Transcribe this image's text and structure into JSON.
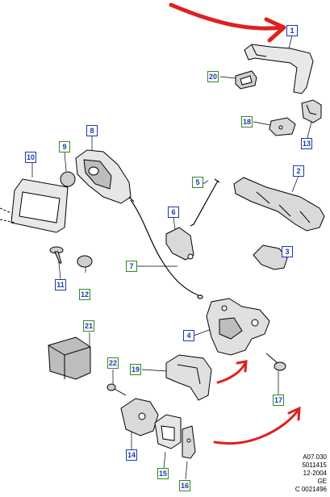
{
  "callouts": {
    "c1": "1",
    "c2": "2",
    "c3": "3",
    "c4": "4",
    "c5": "5",
    "c6": "6",
    "c7": "7",
    "c8": "8",
    "c9": "9",
    "c10": "10",
    "c11": "11",
    "c12": "12",
    "c13": "13",
    "c14": "14",
    "c15": "15",
    "c16": "16",
    "c17": "17",
    "c18": "18",
    "c19": "19",
    "c20": "20",
    "c21": "21",
    "c22": "22"
  },
  "reference": {
    "line1": "A07.030",
    "line2": "5011415",
    "line3": "12-2004",
    "line4": "GE",
    "line5": "C 0021496"
  },
  "colors": {
    "stroke": "#000000",
    "blue_callout": "#1a3aa8",
    "green_callout": "#2e8b1e",
    "red_arrow": "#e02020",
    "part_fill": "#d9d9d9"
  }
}
